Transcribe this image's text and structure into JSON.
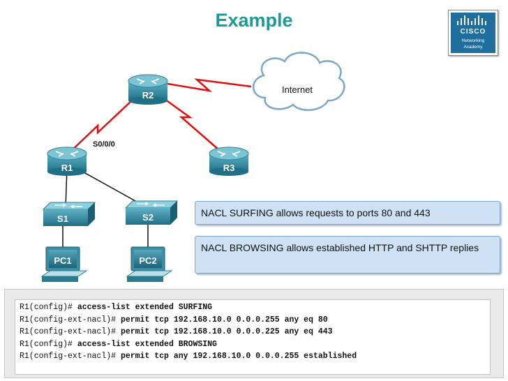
{
  "slide": {
    "title": "Example"
  },
  "logo": {
    "brand": "CISCO",
    "line1": "Networking",
    "line2": "Academy"
  },
  "diagram": {
    "devices": {
      "r1": "R1",
      "r2": "R2",
      "r3": "R3",
      "s1": "S1",
      "s2": "S2",
      "pc1": "PC1",
      "pc2": "PC2",
      "internet": "Internet"
    },
    "interface_label": "S0/0/0"
  },
  "notes": [
    "NACL SURFING allows requests to ports 80 and 443",
    "NACL BROWSING allows established HTTP and SHTTP replies"
  ],
  "commands": [
    {
      "prompt": "R1(config)# ",
      "text": "access-list extended SURFING"
    },
    {
      "prompt": "R1(config-ext-nacl)# ",
      "text": "permit tcp 192.168.10.0 0.0.0.255 any eq 80"
    },
    {
      "prompt": "R1(config-ext-nacl)# ",
      "text": "permit tcp 192.168.10.0 0.0.0.225 any eq 443"
    },
    {
      "prompt": "R1(config)# ",
      "text": "access-list extended BROWSING"
    },
    {
      "prompt": "R1(config-ext-nacl)# ",
      "text": "permit tcp any 192.168.10.0 0.0.0.255 established"
    }
  ],
  "colors": {
    "title": "#1a9a98",
    "serial_link": "#e01010",
    "device_body": "#2f8fa5",
    "note_bg": "#cfe1f4"
  }
}
